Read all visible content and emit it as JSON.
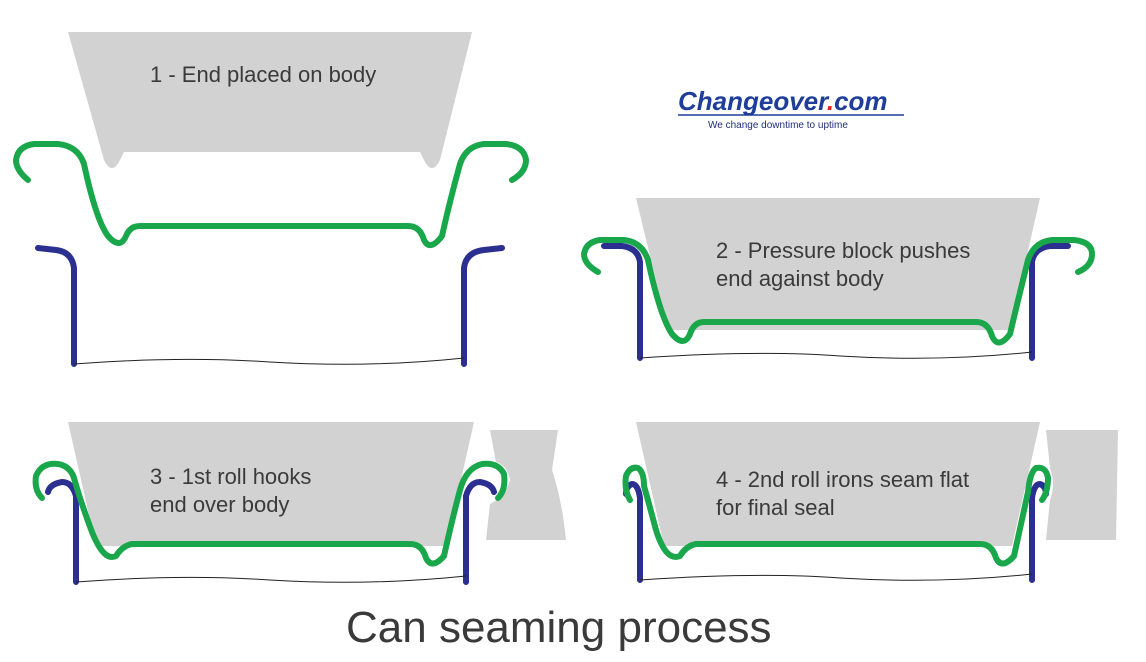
{
  "title": "Can seaming process",
  "logo": {
    "brand_main": "Changeover",
    "brand_dot": ".",
    "brand_tld": "com",
    "tagline": "We change downtime to uptime"
  },
  "steps": [
    {
      "label_line1": "1 - End placed on body",
      "label_line2": ""
    },
    {
      "label_line1": "2 - Pressure block pushes",
      "label_line2": "end against body"
    },
    {
      "label_line1": "3 - 1st roll hooks",
      "label_line2": "end over body"
    },
    {
      "label_line1": "4 - 2nd roll irons seam flat",
      "label_line2": "for final seal"
    }
  ],
  "colors": {
    "can_body": "#2b2f8f",
    "can_end": "#1aa64a",
    "pressure_block": "#d2d2d2",
    "text": "#3a3a3a",
    "logo_blue": "#1f3d9a",
    "logo_red": "#e02020"
  }
}
